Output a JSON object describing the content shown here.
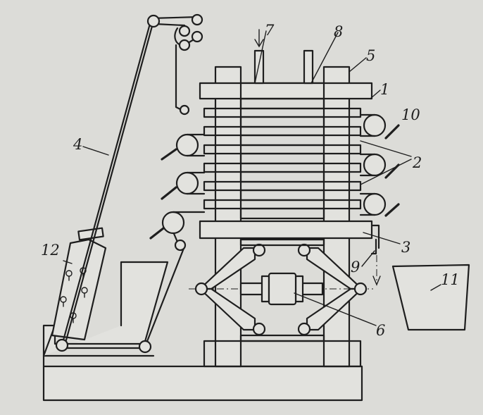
{
  "labels": {
    "l1": "1",
    "l2": "2",
    "l3": "3",
    "l4": "4",
    "l5": "5",
    "l6": "6",
    "l7": "7",
    "l8": "8",
    "l9": "9",
    "l10": "10",
    "l11": "11",
    "l12": "12"
  }
}
